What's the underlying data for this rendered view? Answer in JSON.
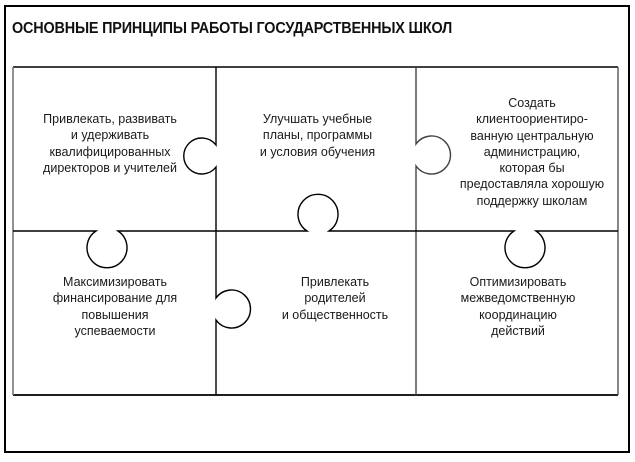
{
  "title": "ОСНОВНЫЕ ПРИНЦИПЫ РАБОТЫ ГОСУДАРСТВЕННЫХ ШКОЛ",
  "layout": {
    "rows": 2,
    "columns": 3,
    "style": "jigsaw-puzzle"
  },
  "pieces": [
    {
      "row": 1,
      "col": 1,
      "text": "Привлекать, развивать\nи удерживать\nквалифицированных\nдиректоров и учителей"
    },
    {
      "row": 1,
      "col": 2,
      "text": "Улучшать учебные\nпланы, программы\nи условия обучения"
    },
    {
      "row": 1,
      "col": 3,
      "text": "Создать\nклиентоориентиро-\nванную центральную\nадминистрацию,\nкоторая бы\nпредоставляла хорошую\nподдержку школам"
    },
    {
      "row": 2,
      "col": 1,
      "text": "Максимизировать\nфинансирование для\nповышения\nуспеваемости"
    },
    {
      "row": 2,
      "col": 2,
      "text": "Привлекать\nродителей\nи общественность"
    },
    {
      "row": 2,
      "col": 3,
      "text": "Оптимизировать\nмежведомственную\nкоординацию\nдействий"
    }
  ],
  "colors": {
    "line": "#000000",
    "text": "#1a1a1a",
    "background": "#ffffff"
  }
}
